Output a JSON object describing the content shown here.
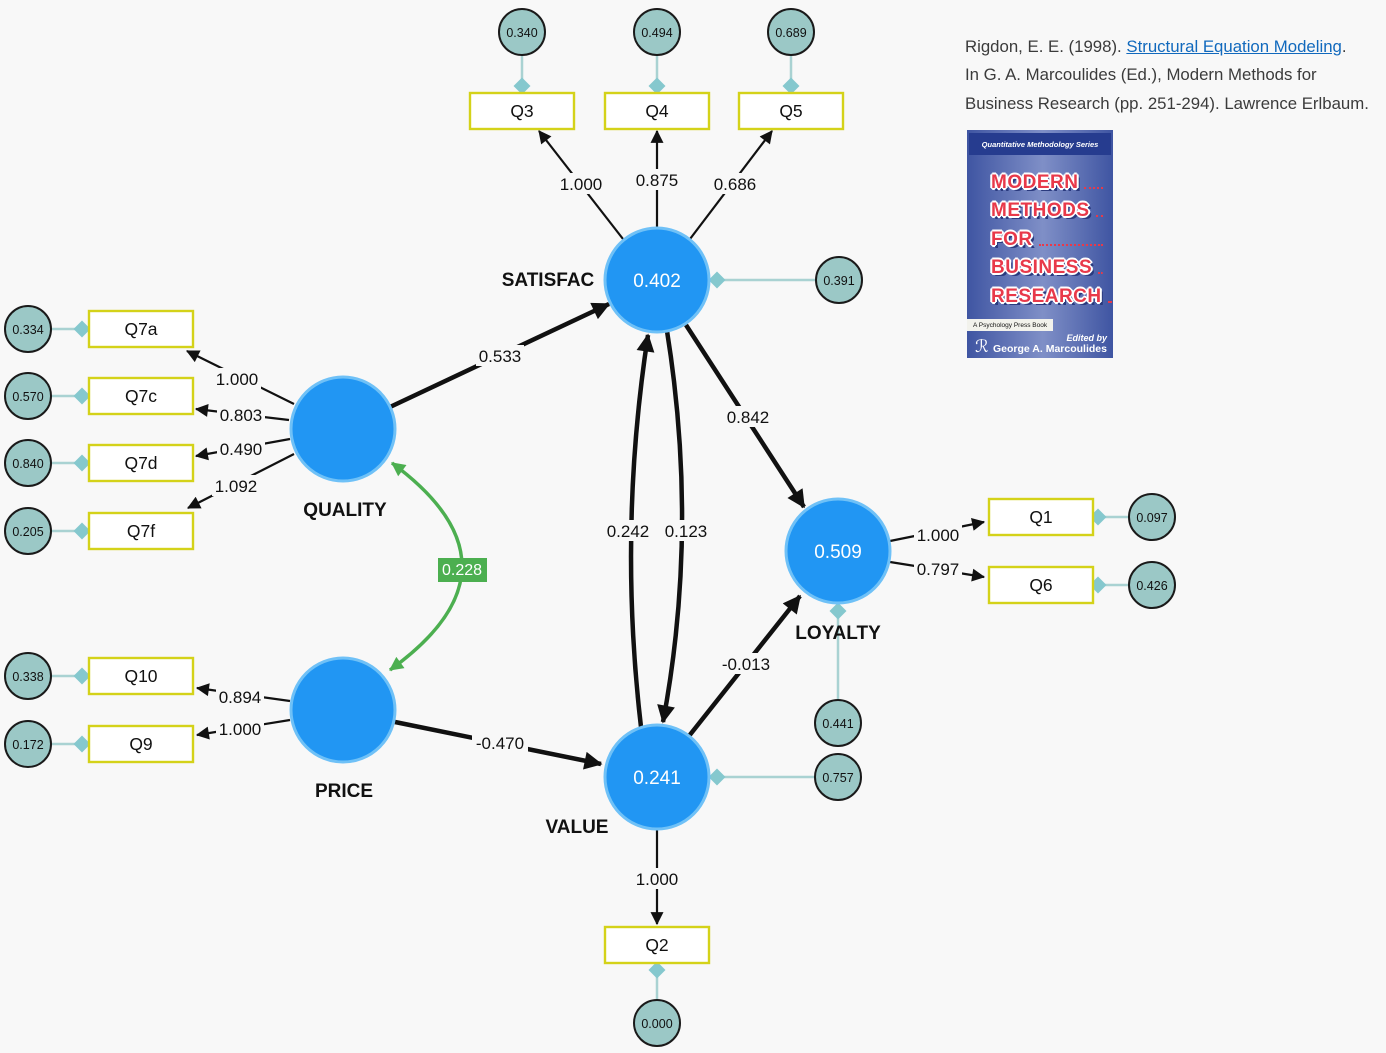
{
  "citation": {
    "prefix": "Rigdon, E. E. (1998). ",
    "link_text": "Structural Equation Modeling",
    "suffix": ".",
    "line2": "In G. A. Marcoulides (Ed.), Modern Methods for",
    "line3": "Business Research (pp. 251-294). Lawrence Erlbaum."
  },
  "book": {
    "series": "Quantitative Methodology Series",
    "title_lines": [
      "MODERN",
      "METHODS",
      "FOR",
      "BUSINESS",
      "RESEARCH"
    ],
    "imprint": "A Psychology Press Book",
    "edited_by": "Edited by",
    "editor": "George A. Marcoulides",
    "logo_glyph": "ℛ"
  },
  "colors": {
    "latent_fill": "#2196f3",
    "latent_border": "#6fc1f7",
    "error_fill": "#9bc8c6",
    "connector": "#a9d2d2",
    "indicator_border": "#d4d219",
    "path_color": "#111111",
    "correlation_color": "#4caf50",
    "link_color": "#1169bd",
    "background": "#f8f8f8"
  },
  "model": {
    "latents": {
      "satisfac": {
        "label": "SATISFAC",
        "r2": "0.402"
      },
      "quality": {
        "label": "QUALITY"
      },
      "price": {
        "label": "PRICE"
      },
      "value": {
        "label": "VALUE",
        "r2": "0.241"
      },
      "loyalty": {
        "label": "LOYALTY",
        "r2": "0.509"
      }
    },
    "indicators": {
      "q3": "Q3",
      "q4": "Q4",
      "q5": "Q5",
      "q7a": "Q7a",
      "q7c": "Q7c",
      "q7d": "Q7d",
      "q7f": "Q7f",
      "q10": "Q10",
      "q9": "Q9",
      "q1": "Q1",
      "q6": "Q6",
      "q2": "Q2"
    },
    "loadings": {
      "satisfac_q3": "1.000",
      "satisfac_q4": "0.875",
      "satisfac_q5": "0.686",
      "quality_q7a": "1.000",
      "quality_q7c": "0.803",
      "quality_q7d": "0.490",
      "quality_q7f": "1.092",
      "price_q10": "0.894",
      "price_q9": "1.000",
      "loyalty_q1": "1.000",
      "loyalty_q6": "0.797",
      "value_q2": "1.000"
    },
    "paths": {
      "quality_satisfac": "0.533",
      "satisfac_loyalty": "0.842",
      "value_satisfac": "0.242",
      "satisfac_value": "0.123",
      "value_loyalty": "-0.013",
      "price_value": "-0.470"
    },
    "correlation": {
      "quality_price": "0.228"
    },
    "errors": {
      "q3": "0.340",
      "q4": "0.494",
      "q5": "0.689",
      "satisfac": "0.391",
      "q7a": "0.334",
      "q7c": "0.570",
      "q7d": "0.840",
      "q7f": "0.205",
      "q10": "0.338",
      "q9": "0.172",
      "q1": "0.097",
      "q6": "0.426",
      "loyalty": "0.441",
      "value": "0.757",
      "q2": "0.000"
    }
  }
}
